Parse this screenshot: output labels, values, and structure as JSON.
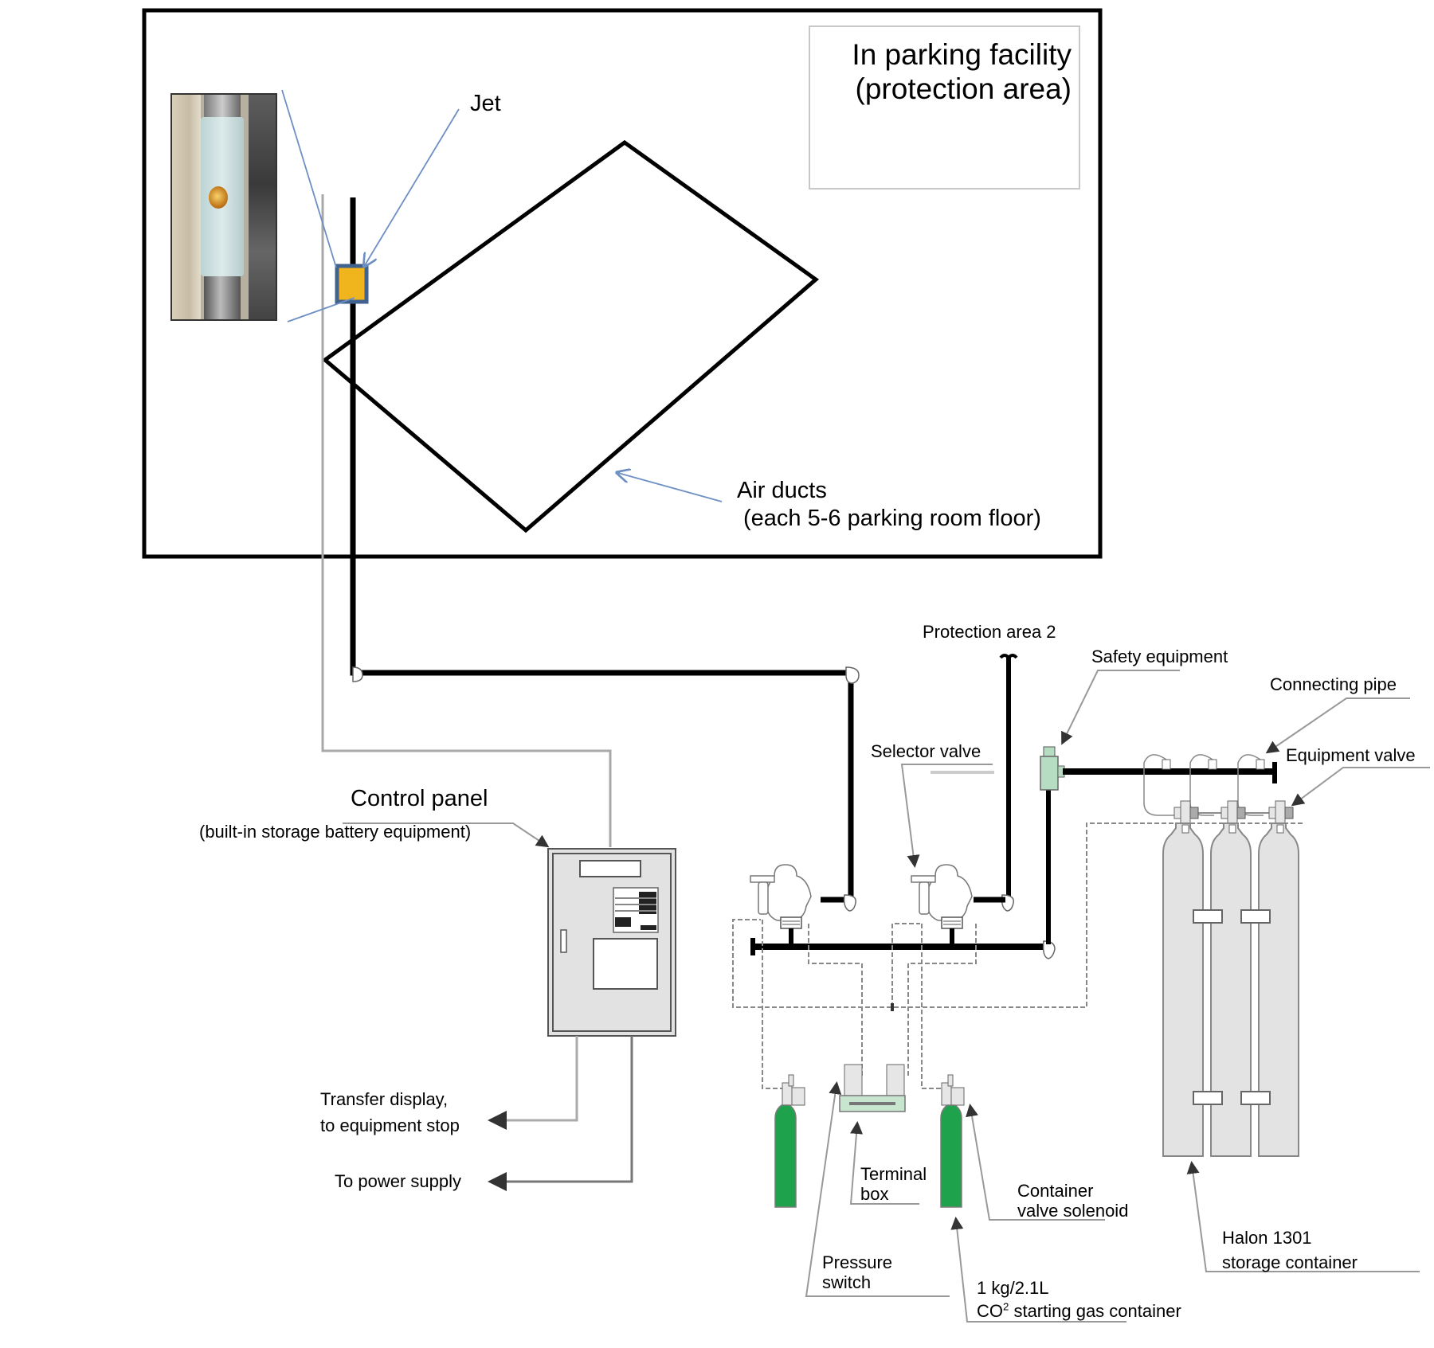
{
  "diagram": {
    "title": "Halon 1301 fire extinguishing system in parking facility",
    "protection_area": {
      "label_line1": "In parking facility",
      "label_line2": "(protection area)"
    },
    "labels": {
      "jet": "Jet",
      "air_ducts_line1": "Air ducts",
      "air_ducts_line2": "(each 5-6 parking room floor)",
      "control_panel": "Control panel",
      "control_panel_sub": "(built-in storage battery equipment)",
      "transfer_display_line1": "Transfer display,",
      "transfer_display_line2": "to equipment stop",
      "power_supply": "To power supply",
      "protection_area_2": "Protection area 2",
      "safety_equipment": "Safety equipment",
      "connecting_pipe": "Connecting pipe",
      "equipment_valve": "Equipment valve",
      "selector_valve": "Selector valve",
      "terminal_box_line1": "Terminal",
      "terminal_box_line2": "box",
      "container_valve_solenoid_line1": "Container",
      "container_valve_solenoid_line2": "valve solenoid",
      "pressure_switch_line1": "Pressure",
      "pressure_switch_line2": "switch",
      "co2_container_line1": "1 kg/2.1L",
      "co2_container_prefix": "CO",
      "co2_container_sup": "2",
      "co2_container_suffix": " starting gas container",
      "halon_line1": "Halon 1301",
      "halon_line2": "storage container"
    },
    "colors": {
      "pipe": "#000000",
      "signal_wire": "#aaaaaa",
      "jet_fill": "#f0b41c",
      "jet_border": "#41628f",
      "callout_line": "#6e8fc4",
      "co2_cylinder": "#1ea34c",
      "halon_cylinder": "#e3e3e3",
      "safety_equipment": "#b6dcc1",
      "terminal_box": "#c8e6cf"
    },
    "counts": {
      "halon_cylinders": 3,
      "co2_cylinders": 2,
      "selector_valves": 2
    }
  }
}
